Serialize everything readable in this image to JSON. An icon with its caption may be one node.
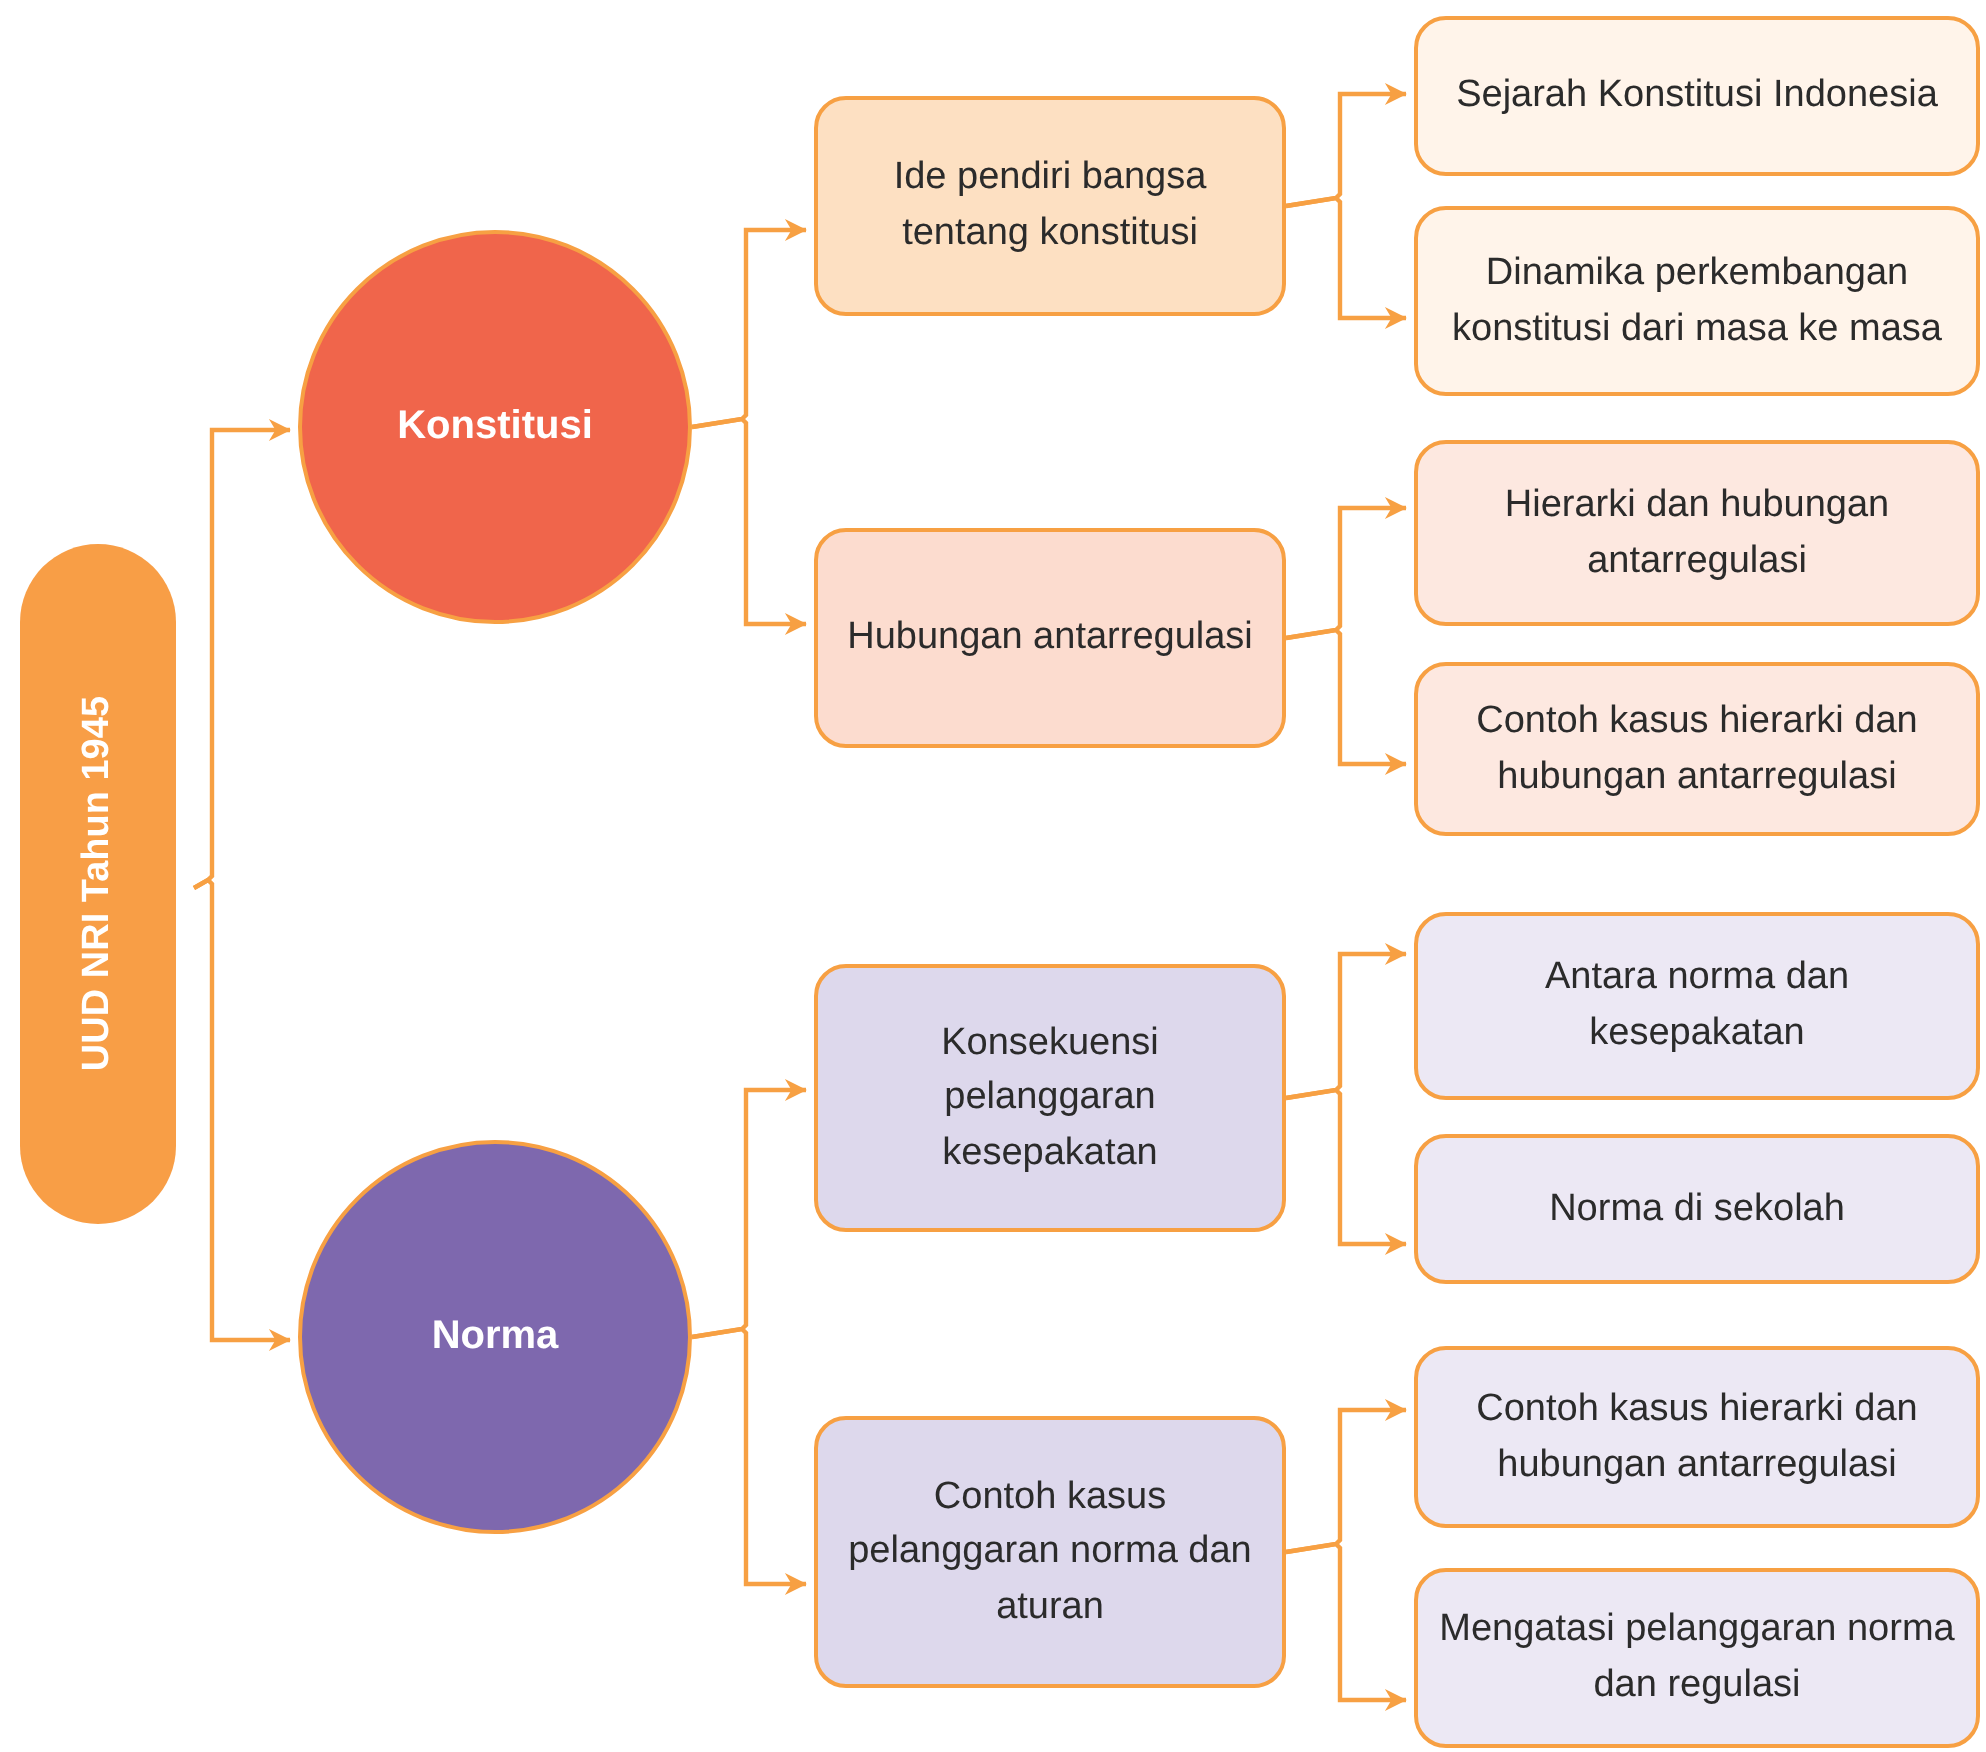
{
  "diagram": {
    "nodes": [
      {
        "text": [
          "UUD NRI Tahun 1945"
        ]
      },
      {
        "text": [
          "Konstitusi"
        ]
      },
      {
        "text": [
          "Norma"
        ]
      },
      {
        "text": [
          "Ide pendiri bangsa tentang konstitusi"
        ]
      },
      {
        "text": [
          "Hubungan antarregulasi"
        ]
      },
      {
        "text": [
          "Konsekuensi pelanggaran kesepakatan"
        ]
      },
      {
        "text": [
          "Contoh kasus pelanggaran norma dan aturan"
        ]
      },
      {
        "text": [
          "Sejarah Konstitusi Indonesia"
        ]
      },
      {
        "text": [
          "Dinamika perkembangan konstitusi dari masa ke masa"
        ]
      },
      {
        "text": [
          "Hierarki dan hubungan antarregulasi"
        ]
      },
      {
        "text": [
          "Contoh kasus hierarki dan hubungan antarregulasi"
        ]
      },
      {
        "text": [
          "Antara norma dan kesepakatan"
        ]
      },
      {
        "text": [
          "Norma di sekolah"
        ]
      },
      {
        "text": [
          "Contoh kasus hierarki dan hubungan antarregulasi"
        ]
      },
      {
        "text": [
          "Mengatasi pelanggaran norma dan regulasi"
        ]
      }
    ],
    "edges": [
      {
        "from": 0,
        "to": 1,
        "arrow": "to"
      },
      {
        "from": 0,
        "to": 2,
        "arrow": "to"
      },
      {
        "from": 1,
        "to": 3,
        "arrow": "to"
      },
      {
        "from": 1,
        "to": 4,
        "arrow": "to"
      },
      {
        "from": 2,
        "to": 5,
        "arrow": "to"
      },
      {
        "from": 2,
        "to": 6,
        "arrow": "to"
      },
      {
        "from": 3,
        "to": 7,
        "arrow": "to"
      },
      {
        "from": 3,
        "to": 8,
        "arrow": "to"
      },
      {
        "from": 4,
        "to": 9,
        "arrow": "to"
      },
      {
        "from": 4,
        "to": 10,
        "arrow": "to"
      },
      {
        "from": 5,
        "to": 11,
        "arrow": "to"
      },
      {
        "from": 5,
        "to": 12,
        "arrow": "to"
      },
      {
        "from": 6,
        "to": 13,
        "arrow": "to"
      },
      {
        "from": 6,
        "to": 14,
        "arrow": "to"
      }
    ]
  }
}
